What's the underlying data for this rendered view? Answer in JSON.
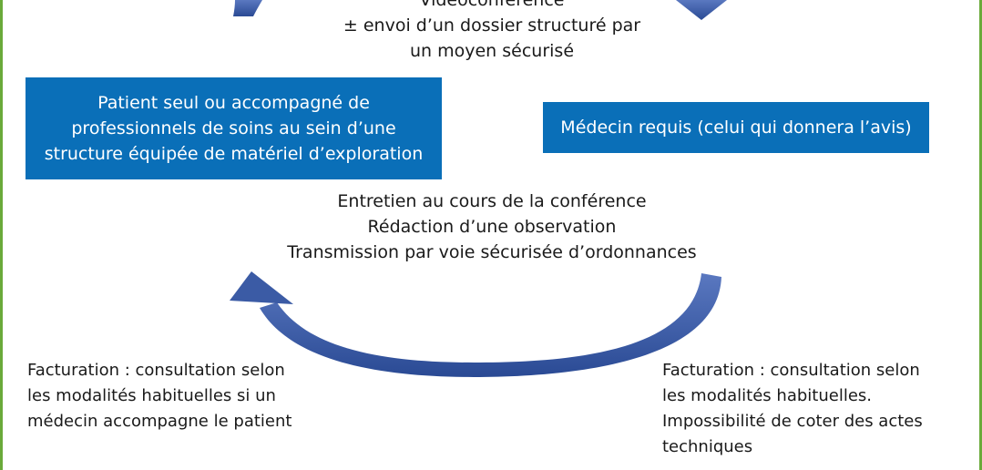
{
  "top_text": {
    "line1": "Vidéoconférence",
    "line2": "± envoi d’un dossier structuré par",
    "line3": "un moyen sécurisé"
  },
  "patient_box": {
    "line1": "Patient seul ou accompagné de",
    "line2": "professionnels de soins au sein d’une",
    "line3": "structure équipée de matériel d’exploration"
  },
  "doctor_box": {
    "label": "Médecin requis (celui qui donnera l’avis)"
  },
  "middle_text": {
    "line1": "Entretien au cours de la conférence",
    "line2": "Rédaction d’une observation",
    "line3": "Transmission par voie sécurisée d’ordonnances"
  },
  "billing_left": {
    "line1": "Facturation : consultation selon",
    "line2": "les modalités habituelles si un",
    "line3": "médecin accompagne le patient"
  },
  "billing_right": {
    "line1": "Facturation : consultation selon",
    "line2": "les modalités habituelles.",
    "line3": "Impossibilité de coter des actes",
    "line4": "techniques"
  },
  "colors": {
    "box_blue": "#0a6fb8",
    "arrow_blue": "#3b5ba5",
    "frame_green": "#6aaa3a"
  }
}
